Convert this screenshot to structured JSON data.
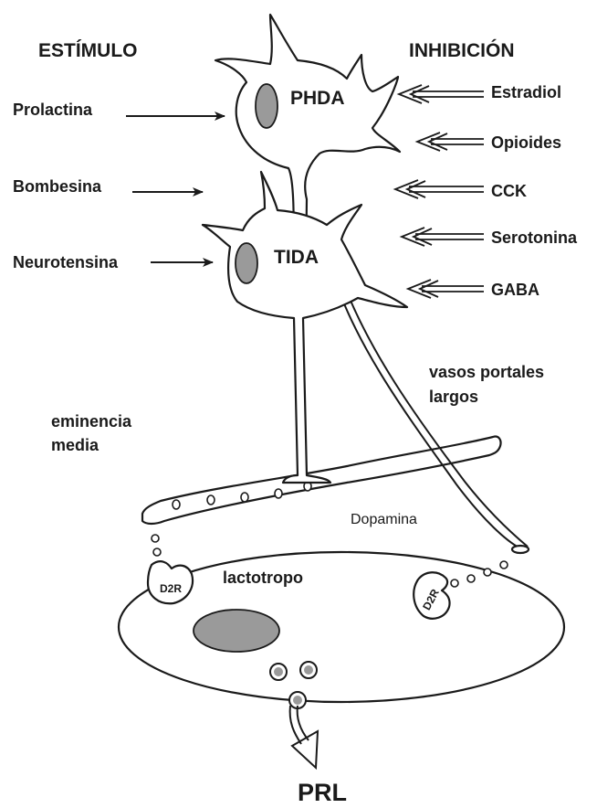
{
  "headers": {
    "stimulus": "ESTÍMULO",
    "inhibition": "INHIBICIÓN"
  },
  "stimuli": [
    "Prolactina",
    "Bombesina",
    "Neurotensina"
  ],
  "inhibitors": [
    "Estradiol",
    "Opioides",
    "CCK",
    "Serotonina",
    "GABA"
  ],
  "neurons": {
    "upper": "PHDA",
    "lower": "TIDA"
  },
  "labels": {
    "portal_vessels_line1": "vasos portales",
    "portal_vessels_line2": "largos",
    "median_eminence_line1": "eminencia",
    "median_eminence_line2": "media",
    "dopamine": "Dopamina",
    "lactotroph": "lactotropo",
    "receptor_left": "D2R",
    "receptor_right": "D2R",
    "output": "PRL"
  }
}
